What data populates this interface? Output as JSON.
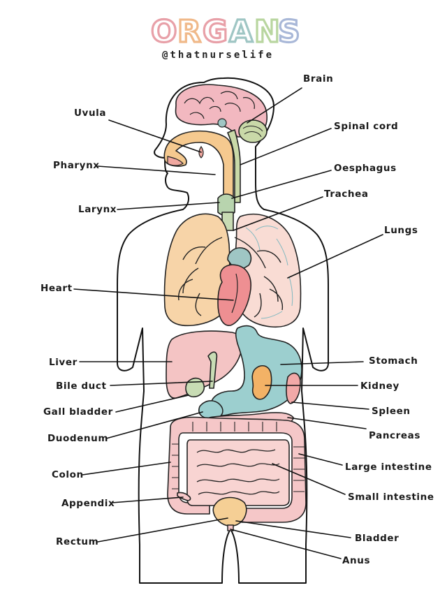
{
  "title": {
    "letters": [
      "O",
      "R",
      "G",
      "A",
      "N",
      "S"
    ],
    "colors": [
      "#e8a0a8",
      "#f0b98a",
      "#e8a0a8",
      "#9fc6c4",
      "#b9d6a0",
      "#a9b8d8"
    ]
  },
  "handle": "@thatnurselife",
  "labels": {
    "brain": "Brain",
    "uvula": "Uvula",
    "spinal_cord": "Spinal cord",
    "pharynx": "Pharynx",
    "oesphagus": "Oesphagus",
    "larynx": "Larynx",
    "trachea": "Trachea",
    "lungs": "Lungs",
    "heart": "Heart",
    "liver": "Liver",
    "stomach": "Stomach",
    "bile_duct": "Bile duct",
    "kidney": "Kidney",
    "gall_bladder": "Gall bladder",
    "spleen": "Spleen",
    "duodenum": "Duodenum",
    "pancreas": "Pancreas",
    "large_intestine": "Large intestine",
    "colon": "Colon",
    "small_intestine": "Small intestine",
    "appendix": "Appendix",
    "bladder": "Bladder",
    "rectum": "Rectum",
    "anus": "Anus"
  },
  "organ_colors": {
    "brain": "#f2b8c0",
    "cerebellum": "#c9d9a8",
    "throat": "#f5c98f",
    "lungs": "#f7d4a8",
    "lung_right": "#f9dcd4",
    "heart": "#ee8f92",
    "liver": "#f4c4c4",
    "stomach": "#9ccfcf",
    "kidney": "#f3b266",
    "intestine": "#f5c7c8",
    "bladder": "#f5cf95",
    "vessels": "#7fb8c0"
  }
}
